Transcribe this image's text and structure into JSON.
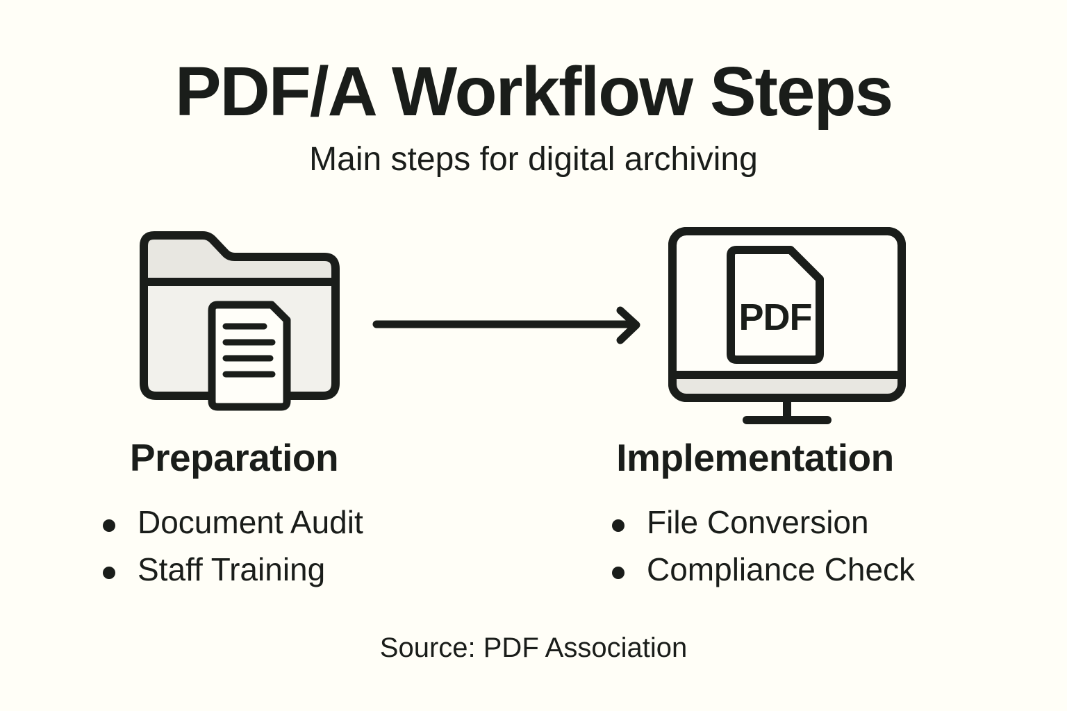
{
  "page": {
    "title": "PDF/A Workflow Steps",
    "subtitle": "Main steps for digital archiving",
    "source": "Source: PDF Association"
  },
  "steps": [
    {
      "heading": "Preparation",
      "icon": "folder-document-icon",
      "bullets": [
        "Document Audit",
        "Staff Training"
      ]
    },
    {
      "heading": "Implementation",
      "icon": "monitor-pdf-icon",
      "bullets": [
        "File Conversion",
        "Compliance Check"
      ]
    }
  ],
  "connector": {
    "type": "right-arrow"
  },
  "icon_labels": {
    "pdf_file": "PDF"
  },
  "colors": {
    "background": "#FFFEF7",
    "ink": "#1A1D1A",
    "folder_tab_fill": "#E8E7E1",
    "folder_body_fill": "#F2F1EC",
    "paper_fill": "#FFFEF9",
    "monitor_bezel_fill": "#E8E7E1"
  }
}
